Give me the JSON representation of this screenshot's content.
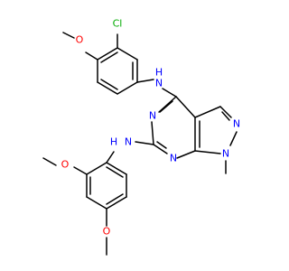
{
  "atom_labels": {
    "cl": "Cl",
    "o_top": "O",
    "nh_top": "N",
    "nh_top_h": "H",
    "n_ring1": "N",
    "n_ring2": "N",
    "n_pyr1": "N",
    "n_pyr2": "N",
    "nh_bot": "N",
    "nh_bot_h": "H",
    "o_left": "O",
    "o_bot": "O"
  },
  "colors": {
    "bond": "#000000",
    "nitrogen": "#0000ff",
    "oxygen": "#ff0000",
    "chlorine": "#00aa00"
  }
}
